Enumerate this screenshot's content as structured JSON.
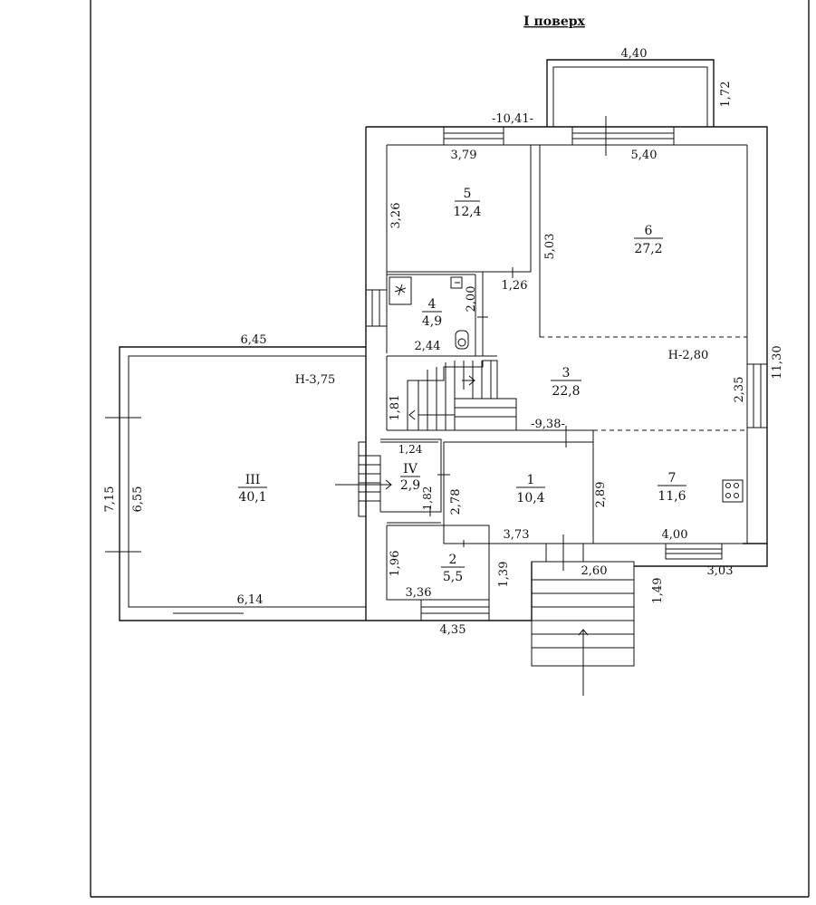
{
  "title": "I поверх",
  "rooms": {
    "r5": {
      "number": "5",
      "area": "12,4"
    },
    "r6": {
      "number": "6",
      "area": "27,2"
    },
    "r4": {
      "number": "4",
      "area": "4,9"
    },
    "r3": {
      "number": "3",
      "area": "22,8"
    },
    "rIII": {
      "number": "III",
      "area": "40,1"
    },
    "rIV": {
      "number": "IV",
      "area": "2,9"
    },
    "r1": {
      "number": "1",
      "area": "10,4"
    },
    "r7": {
      "number": "7",
      "area": "11,6"
    },
    "r2": {
      "number": "2",
      "area": "5,5"
    }
  },
  "heights": {
    "main": "Н-2,80",
    "terrace": "Н-3,75"
  },
  "dims": {
    "d440": "4,40",
    "d172": "1,72",
    "d1041": "-10,41-",
    "d379": "3,79",
    "d540": "5,40",
    "d326": "3,26",
    "d503": "5,03",
    "d126": "1,26",
    "d200": "2,00",
    "d244": "2,44",
    "d645": "6,45",
    "d181": "1,81",
    "d235": "2,35",
    "d1130": "11,30",
    "d938": "-9,38-",
    "d124": "1,24",
    "d182": "1,82",
    "d278": "2,78",
    "d289": "2,89",
    "d715": "7,15",
    "d655": "6,55",
    "d373": "3,73",
    "d400": "4,00",
    "d196": "1,96",
    "d139": "1,39",
    "d260": "2,60",
    "d303": "3,03",
    "d149": "1,49",
    "d336": "3,36",
    "d614": "6,14",
    "d435": "4,35"
  }
}
